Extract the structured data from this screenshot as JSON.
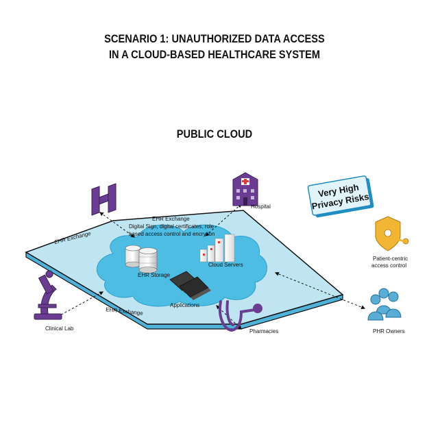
{
  "title": {
    "line1": "SCENARIO 1: UNAUTHORIZED DATA ACCESS",
    "line2": "IN A CLOUD-BASED HEALTHCARE SYSTEM"
  },
  "cloud_label": "PUBLIC CLOUD",
  "risk_badge": {
    "line1": "Very High",
    "line2": "Privacy Risks"
  },
  "exchange_note": {
    "heading": "EHR Exchange",
    "line1": "Digital Sign, digital certificates, role",
    "line2": "based access control and encrytion"
  },
  "nodes": {
    "hospital": "Hospital",
    "ehr_storage": "EHR Storage",
    "cloud_servers": "Cloud Servers",
    "applications": "Applications",
    "clinical_lab": "Clinical Lab",
    "pharmacies": "Pharmacies",
    "phr_owners": "PHR Owners",
    "access_control_line1": "Patient-centric",
    "access_control_line2": "access control"
  },
  "edge_labels": {
    "left_top": "EHR Exchange",
    "left_bottom": "EHR Exchange"
  },
  "colors": {
    "platform_top": "#bfe5f3",
    "platform_side": "#4fb3d9",
    "cloud": "#4dbde3",
    "purple": "#6b3d92",
    "badge_fill": "#e1f3fb",
    "lock": "#f2b634"
  }
}
